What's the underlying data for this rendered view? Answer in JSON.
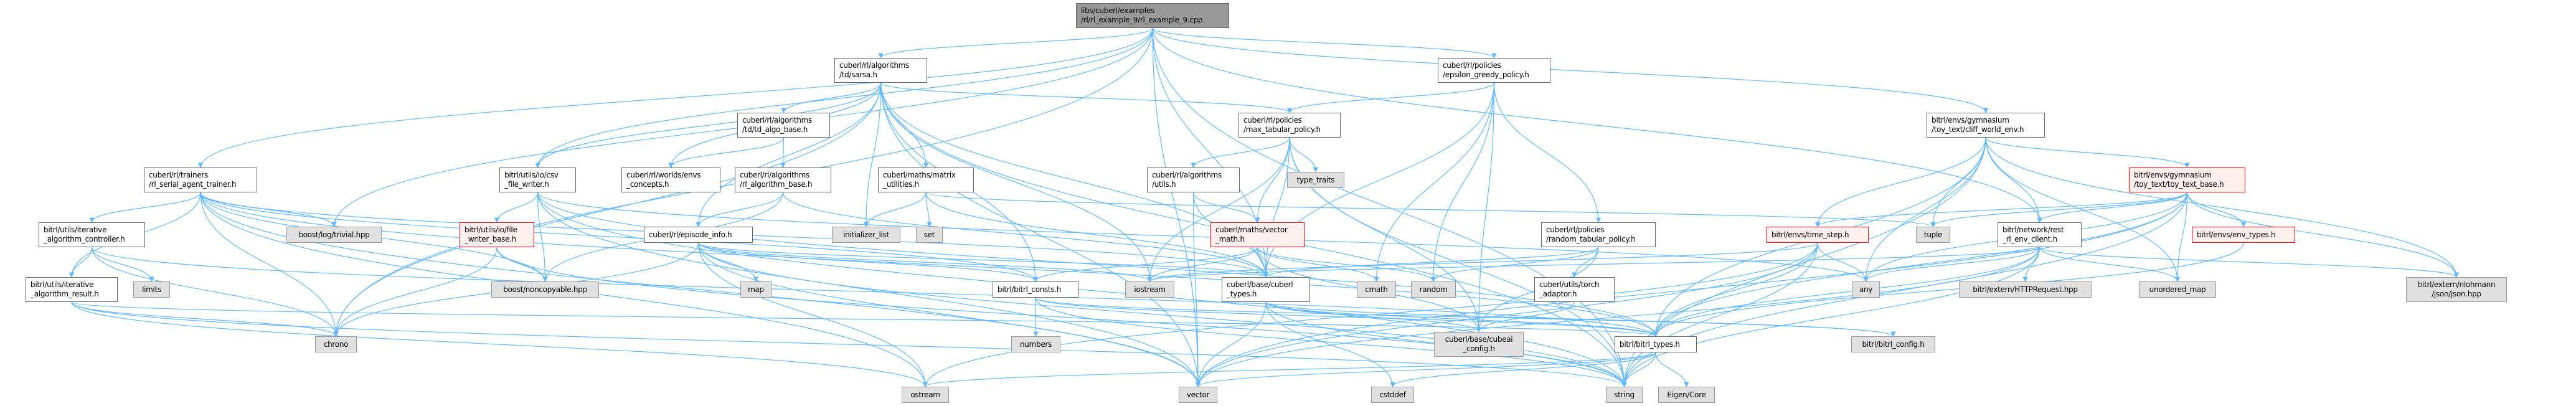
{
  "colors": {
    "edge": "#63b8ff",
    "root_fill": "#999999",
    "file_fill": "#ffffff",
    "system_fill": "#e0e0e0",
    "incomplete_border": "#ff0000",
    "incomplete_fill": "#fff0f0"
  },
  "nodes": [
    {
      "id": "root",
      "kind": "root",
      "lines": [
        "libs/cuberl/examples",
        "/rl/rl_example_9/rl_example_9.cpp"
      ]
    },
    {
      "id": "sarsa",
      "kind": "file",
      "lines": [
        "cuberl/rl/algorithms",
        "/td/sarsa.h"
      ]
    },
    {
      "id": "eps",
      "kind": "file",
      "lines": [
        "cuberl/rl/policies",
        "/epsilon_greedy_policy.h"
      ]
    },
    {
      "id": "cliff",
      "kind": "file",
      "lines": [
        "bitrl/envs/gymnasium",
        "/toy_text/cliff_world_env.h"
      ]
    },
    {
      "id": "trainer",
      "kind": "file",
      "lines": [
        "cuberl/rl/trainers",
        "/rl_serial_agent_trainer.h"
      ]
    },
    {
      "id": "csv",
      "kind": "file",
      "lines": [
        "bitrl/utils/io/csv",
        "_file_writer.h"
      ]
    },
    {
      "id": "td_algo",
      "kind": "file",
      "lines": [
        "cuberl/rl/algorithms",
        "/td/td_algo_base.h"
      ]
    },
    {
      "id": "concepts",
      "kind": "file",
      "lines": [
        "cuberl/rl/worlds/envs",
        "_concepts.h"
      ]
    },
    {
      "id": "rl_algo_base",
      "kind": "file",
      "lines": [
        "cuberl/rl/algorithms",
        "/rl_algorithm_base.h"
      ]
    },
    {
      "id": "matrix",
      "kind": "file",
      "lines": [
        "cuberl/maths/matrix",
        "_utilities.h"
      ]
    },
    {
      "id": "maxtab",
      "kind": "file",
      "lines": [
        "cuberl/rl/policies",
        "/max_tabular_policy.h"
      ]
    },
    {
      "id": "alg_utils",
      "kind": "file",
      "lines": [
        "cuberl/rl/algorithms",
        "/utils.h"
      ]
    },
    {
      "id": "toy_base",
      "kind": "red",
      "lines": [
        "bitrl/envs/gymnasium",
        "/toy_text/toy_text_base.h"
      ]
    },
    {
      "id": "controller",
      "kind": "file",
      "lines": [
        "bitrl/utils/iterative",
        "_algorithm_controller.h"
      ]
    },
    {
      "id": "file_writer_base",
      "kind": "red",
      "lines": [
        "bitrl/utils/io/file",
        "_writer_base.h"
      ]
    },
    {
      "id": "vector_math",
      "kind": "red",
      "lines": [
        "cuberl/maths/vector",
        "_math.h"
      ]
    },
    {
      "id": "rand_tab",
      "kind": "file",
      "lines": [
        "cuberl/rl/policies",
        "/random_tabular_policy.h"
      ]
    },
    {
      "id": "rest",
      "kind": "file",
      "lines": [
        "bitrl/network/rest",
        "_rl_env_client.h"
      ]
    },
    {
      "id": "episode",
      "kind": "file",
      "lines": [
        "cuberl/rl/episode_info.h"
      ]
    },
    {
      "id": "boostlog",
      "kind": "sys",
      "lines": [
        "boost/log/trivial.hpp"
      ]
    },
    {
      "id": "init_list",
      "kind": "sys",
      "lines": [
        "initializer_list"
      ]
    },
    {
      "id": "set",
      "kind": "sys",
      "lines": [
        "set"
      ]
    },
    {
      "id": "type_traits",
      "kind": "sys",
      "lines": [
        "type_traits"
      ]
    },
    {
      "id": "time_step",
      "kind": "red",
      "lines": [
        "bitrl/envs/time_step.h"
      ]
    },
    {
      "id": "tuple",
      "kind": "sys",
      "lines": [
        "tuple"
      ]
    },
    {
      "id": "env_types",
      "kind": "red",
      "lines": [
        "bitrl/envs/env_types.h"
      ]
    },
    {
      "id": "result",
      "kind": "file",
      "lines": [
        "bitrl/utils/iterative",
        "_algorithm_result.h"
      ]
    },
    {
      "id": "cuberl_types",
      "kind": "file",
      "lines": [
        "cuberl/base/cuberl",
        "_types.h"
      ]
    },
    {
      "id": "torch",
      "kind": "file",
      "lines": [
        "cuberl/utils/torch",
        "_adaptor.h"
      ]
    },
    {
      "id": "json",
      "kind": "sys",
      "lines": [
        "bitrl/extern/nlohmann",
        "/json/json.hpp"
      ]
    },
    {
      "id": "limits",
      "kind": "sys",
      "lines": [
        "limits"
      ]
    },
    {
      "id": "noncopyable",
      "kind": "sys",
      "lines": [
        "boost/noncopyable.hpp"
      ]
    },
    {
      "id": "map",
      "kind": "sys",
      "lines": [
        "map"
      ]
    },
    {
      "id": "consts",
      "kind": "file",
      "lines": [
        "bitrl/bitrl_consts.h"
      ]
    },
    {
      "id": "iostream",
      "kind": "sys",
      "lines": [
        "iostream"
      ]
    },
    {
      "id": "cmath",
      "kind": "sys",
      "lines": [
        "cmath"
      ]
    },
    {
      "id": "random",
      "kind": "sys",
      "lines": [
        "random"
      ]
    },
    {
      "id": "any",
      "kind": "sys",
      "lines": [
        "any"
      ]
    },
    {
      "id": "http",
      "kind": "sys",
      "lines": [
        "bitrl/extern/HTTPRequest.hpp"
      ]
    },
    {
      "id": "unordered",
      "kind": "sys",
      "lines": [
        "unordered_map"
      ]
    },
    {
      "id": "cubeai_config",
      "kind": "sys",
      "lines": [
        "cuberl/base/cubeai",
        "_config.h"
      ]
    },
    {
      "id": "chrono",
      "kind": "sys",
      "lines": [
        "chrono"
      ]
    },
    {
      "id": "numbers",
      "kind": "sys",
      "lines": [
        "numbers"
      ]
    },
    {
      "id": "bitrl_types",
      "kind": "file",
      "lines": [
        "bitrl/bitrl_types.h"
      ]
    },
    {
      "id": "bitrl_config",
      "kind": "sys",
      "lines": [
        "bitrl/bitrl_config.h"
      ]
    },
    {
      "id": "ostream",
      "kind": "sys",
      "lines": [
        "ostream"
      ]
    },
    {
      "id": "vector",
      "kind": "sys",
      "lines": [
        "vector"
      ]
    },
    {
      "id": "cstddef",
      "kind": "sys",
      "lines": [
        "cstddef"
      ]
    },
    {
      "id": "string",
      "kind": "sys",
      "lines": [
        "string"
      ]
    },
    {
      "id": "eigen",
      "kind": "sys",
      "lines": [
        "Eigen/Core"
      ]
    }
  ],
  "edges": [
    [
      "root",
      "sarsa"
    ],
    [
      "root",
      "eps"
    ],
    [
      "root",
      "cliff"
    ],
    [
      "root",
      "trainer"
    ],
    [
      "root",
      "boostlog"
    ],
    [
      "root",
      "csv"
    ],
    [
      "root",
      "chrono"
    ],
    [
      "root",
      "cuberl_types"
    ],
    [
      "root",
      "rest"
    ],
    [
      "root",
      "string"
    ],
    [
      "root",
      "vector"
    ],
    [
      "sarsa",
      "td_algo"
    ],
    [
      "sarsa",
      "concepts"
    ],
    [
      "sarsa",
      "episode"
    ],
    [
      "sarsa",
      "matrix"
    ],
    [
      "sarsa",
      "consts"
    ],
    [
      "sarsa",
      "maxtab"
    ],
    [
      "sarsa",
      "iostream"
    ],
    [
      "sarsa",
      "vector"
    ],
    [
      "sarsa",
      "string"
    ],
    [
      "sarsa",
      "cuberl_types"
    ],
    [
      "sarsa",
      "csv"
    ],
    [
      "sarsa",
      "chrono"
    ],
    [
      "sarsa",
      "init_list"
    ],
    [
      "td_algo",
      "concepts"
    ],
    [
      "td_algo",
      "rl_algo_base"
    ],
    [
      "rl_algo_base",
      "episode"
    ],
    [
      "rl_algo_base",
      "cuberl_types"
    ],
    [
      "rl_algo_base",
      "noncopyable"
    ],
    [
      "episode",
      "map"
    ],
    [
      "episode",
      "ostream"
    ],
    [
      "episode",
      "chrono"
    ],
    [
      "episode",
      "vector"
    ],
    [
      "episode",
      "string"
    ],
    [
      "episode",
      "consts"
    ],
    [
      "episode",
      "iostream"
    ],
    [
      "episode",
      "cuberl_types"
    ],
    [
      "matrix",
      "init_list"
    ],
    [
      "matrix",
      "set"
    ],
    [
      "matrix",
      "cuberl_types"
    ],
    [
      "matrix",
      "tuple"
    ],
    [
      "maxtab",
      "type_traits"
    ],
    [
      "maxtab",
      "alg_utils"
    ],
    [
      "maxtab",
      "vector_math"
    ],
    [
      "maxtab",
      "cuberl_types"
    ],
    [
      "maxtab",
      "cubeai_config"
    ],
    [
      "maxtab",
      "string"
    ],
    [
      "maxtab",
      "iostream"
    ],
    [
      "alg_utils",
      "vector_math"
    ],
    [
      "alg_utils",
      "vector"
    ],
    [
      "alg_utils",
      "cuberl_types"
    ],
    [
      "vector_math",
      "cuberl_types"
    ],
    [
      "vector_math",
      "cmath"
    ],
    [
      "vector_math",
      "random"
    ],
    [
      "vector_math",
      "consts"
    ],
    [
      "vector_math",
      "cubeai_config"
    ],
    [
      "vector_math",
      "iostream"
    ],
    [
      "cuberl_types",
      "cubeai_config"
    ],
    [
      "cuberl_types",
      "bitrl_types"
    ],
    [
      "cuberl_types",
      "string"
    ],
    [
      "cuberl_types",
      "cstddef"
    ],
    [
      "cuberl_types",
      "vector"
    ],
    [
      "cuberl_types",
      "bitrl_config"
    ],
    [
      "consts",
      "numbers"
    ],
    [
      "consts",
      "bitrl_types"
    ],
    [
      "consts",
      "bitrl_config"
    ],
    [
      "consts",
      "string"
    ],
    [
      "bitrl_types",
      "string"
    ],
    [
      "bitrl_types",
      "eigen"
    ],
    [
      "bitrl_types",
      "cstddef"
    ],
    [
      "bitrl_types",
      "vector"
    ],
    [
      "bitrl_types",
      "ostream"
    ],
    [
      "eps",
      "maxtab"
    ],
    [
      "eps",
      "rand_tab"
    ],
    [
      "eps",
      "random"
    ],
    [
      "eps",
      "cmath"
    ],
    [
      "eps",
      "cuberl_types"
    ],
    [
      "eps",
      "cubeai_config"
    ],
    [
      "rand_tab",
      "torch"
    ],
    [
      "rand_tab",
      "random"
    ],
    [
      "rand_tab",
      "cuberl_types"
    ],
    [
      "rand_tab",
      "cubeai_config"
    ],
    [
      "torch",
      "cubeai_config"
    ],
    [
      "cliff",
      "toy_base"
    ],
    [
      "cliff",
      "rest"
    ],
    [
      "cliff",
      "time_step"
    ],
    [
      "cliff",
      "tuple"
    ],
    [
      "cliff",
      "any"
    ],
    [
      "cliff",
      "unordered"
    ],
    [
      "cliff",
      "json"
    ],
    [
      "cliff",
      "string"
    ],
    [
      "cliff",
      "bitrl_types"
    ],
    [
      "toy_base",
      "env_types"
    ],
    [
      "toy_base",
      "rest"
    ],
    [
      "toy_base",
      "unordered"
    ],
    [
      "toy_base",
      "json"
    ],
    [
      "toy_base",
      "tuple"
    ],
    [
      "toy_base",
      "any"
    ],
    [
      "toy_base",
      "bitrl_types"
    ],
    [
      "toy_base",
      "string"
    ],
    [
      "toy_base",
      "vector"
    ],
    [
      "toy_base",
      "time_step"
    ],
    [
      "env_types",
      "bitrl_types"
    ],
    [
      "rest",
      "http"
    ],
    [
      "rest",
      "unordered"
    ],
    [
      "rest",
      "json"
    ],
    [
      "rest",
      "any"
    ],
    [
      "rest",
      "bitrl_types"
    ],
    [
      "rest",
      "string"
    ],
    [
      "rest",
      "vector"
    ],
    [
      "rest",
      "iostream"
    ],
    [
      "time_step",
      "any"
    ],
    [
      "time_step",
      "bitrl_types"
    ],
    [
      "time_step",
      "string"
    ],
    [
      "time_step",
      "vector"
    ],
    [
      "time_step",
      "ostream"
    ],
    [
      "time_step",
      "iostream"
    ],
    [
      "trainer",
      "controller"
    ],
    [
      "trainer",
      "result"
    ],
    [
      "trainer",
      "boostlog"
    ],
    [
      "trainer",
      "chrono"
    ],
    [
      "trainer",
      "noncopyable"
    ],
    [
      "trainer",
      "bitrl_types"
    ],
    [
      "trainer",
      "cuberl_types"
    ],
    [
      "trainer",
      "consts"
    ],
    [
      "trainer",
      "ostream"
    ],
    [
      "trainer",
      "vector"
    ],
    [
      "controller",
      "result"
    ],
    [
      "controller",
      "limits"
    ],
    [
      "controller",
      "chrono"
    ],
    [
      "controller",
      "bitrl_types"
    ],
    [
      "result",
      "chrono"
    ],
    [
      "result",
      "ostream"
    ],
    [
      "result",
      "string"
    ],
    [
      "result",
      "bitrl_types"
    ],
    [
      "csv",
      "file_writer_base"
    ],
    [
      "csv",
      "noncopyable"
    ],
    [
      "csv",
      "string"
    ],
    [
      "csv",
      "vector"
    ],
    [
      "csv",
      "any"
    ],
    [
      "csv",
      "bitrl_types"
    ],
    [
      "file_writer_base",
      "noncopyable"
    ],
    [
      "file_writer_base",
      "string"
    ],
    [
      "file_writer_base",
      "chrono"
    ]
  ]
}
